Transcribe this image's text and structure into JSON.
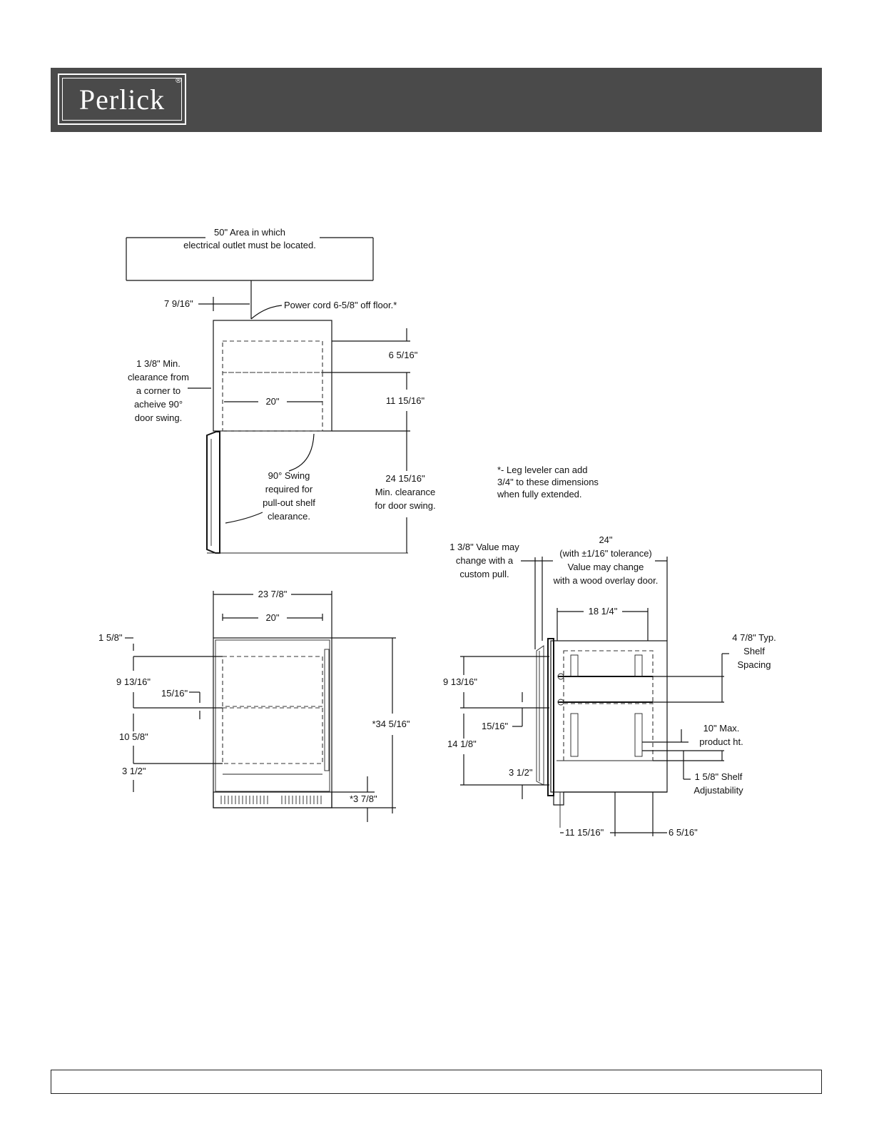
{
  "header": {
    "brand": "Perlick",
    "registered": "®"
  },
  "top_view": {
    "outlet_area": [
      "50\" Area in which",
      "electrical outlet must be located."
    ],
    "cord_offset": "7 9/16\"",
    "power_cord": "Power cord 6-5/8\" off floor.*",
    "corner_clearance": [
      "1 3/8\" Min.",
      "clearance from",
      "a corner to",
      "acheive 90°",
      "door swing."
    ],
    "width": "20\"",
    "dim_a": "6 5/16\"",
    "dim_b": "11 15/16\"",
    "swing_note": [
      "90° Swing",
      "required for",
      "pull-out shelf",
      "clearance."
    ],
    "door_clearance": [
      "24 15/16\"",
      "Min. clearance",
      "for door swing."
    ]
  },
  "leveler_note": [
    "*- Leg leveler can add",
    "3/4\" to these dimensions",
    "when fully extended."
  ],
  "front_view": {
    "outer_width": "23 7/8\"",
    "inner_width": "20\"",
    "top_gap": "1 5/8\"",
    "upper_drawer": "9 13/16\"",
    "gap": "15/16\"",
    "lower_drawer": "10 5/8\"",
    "bottom_gap": "3 1/2\"",
    "height": "*34 5/16\"",
    "base": "*3 7/8\""
  },
  "side_view": {
    "pull_note": [
      "1 3/8\" Value may",
      "change with a",
      "custom pull."
    ],
    "depth_note": [
      "24\"",
      "(with ±1/16\" tolerance)",
      "Value may change",
      "with a wood overlay door."
    ],
    "inner_depth": "18 1/4\"",
    "shelf_spacing": [
      "4 7/8\" Typ.",
      "Shelf",
      "Spacing"
    ],
    "upper": "9 13/16\"",
    "gap": "15/16\"",
    "lower": "14 1/8\"",
    "bottom": "3 1/2\"",
    "product_height": [
      "10\" Max.",
      "product ht."
    ],
    "adjustability": [
      "1 5/8\" Shelf",
      "Adjustability"
    ],
    "bottom_left": "11 15/16\"",
    "bottom_right": "6 5/16\""
  }
}
